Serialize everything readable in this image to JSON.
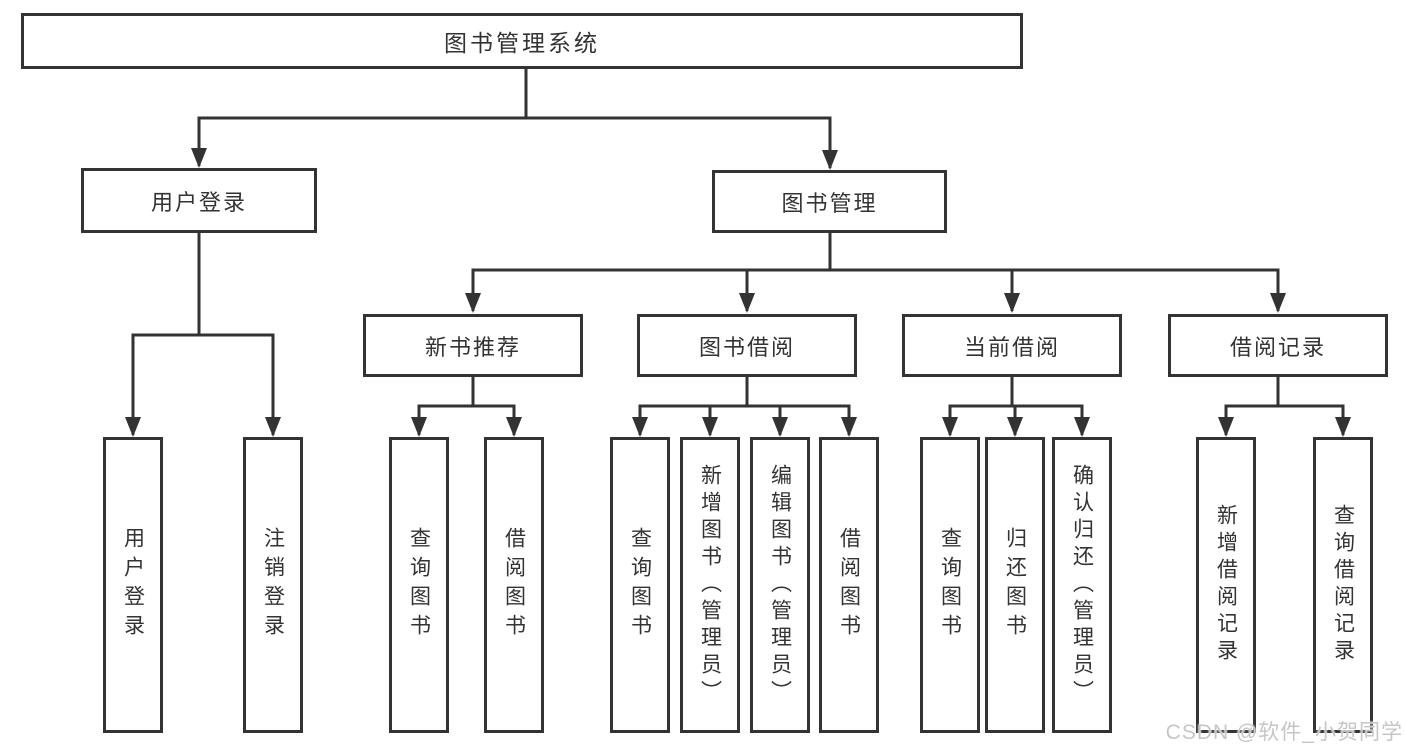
{
  "nodes": {
    "root": "图书管理系统",
    "level2": [
      "用户登录",
      "图书管理"
    ],
    "level3": [
      "新书推荐",
      "图书借阅",
      "当前借阅",
      "借阅记录"
    ],
    "leaves": {
      "login": [
        "用户登录",
        "注销登录"
      ],
      "recommend": [
        "查询图书",
        "借阅图书"
      ],
      "borrow": [
        "查询图书",
        "新增图书（管理员）",
        "编辑图书（管理员）",
        "借阅图书"
      ],
      "current": [
        "查询图书",
        "归还图书",
        "确认归还（管理员）"
      ],
      "records": [
        "新增借阅记录",
        "查询借阅记录"
      ]
    }
  },
  "hierarchy": {
    "图书管理系统": [
      "用户登录",
      "图书管理"
    ],
    "用户登录": [
      "用户登录",
      "注销登录"
    ],
    "图书管理": [
      "新书推荐",
      "图书借阅",
      "当前借阅",
      "借阅记录"
    ],
    "新书推荐": [
      "查询图书",
      "借阅图书"
    ],
    "图书借阅": [
      "查询图书",
      "新增图书（管理员）",
      "编辑图书（管理员）",
      "借阅图书"
    ],
    "当前借阅": [
      "查询图书",
      "归还图书",
      "确认归还（管理员）"
    ],
    "借阅记录": [
      "新增借阅记录",
      "查询借阅记录"
    ]
  },
  "watermark": "CSDN @软件_小贺同学",
  "colors": {
    "line": "#333333",
    "text": "#333333",
    "background": "#ffffff",
    "watermark": "#c6c6c6"
  }
}
